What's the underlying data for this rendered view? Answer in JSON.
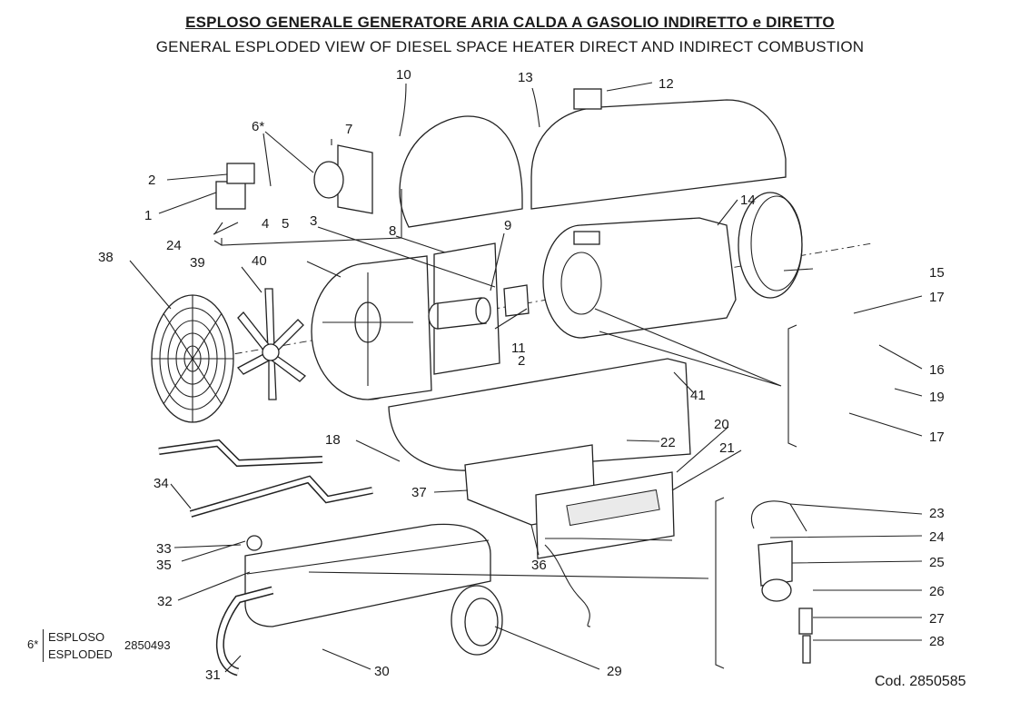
{
  "title_it": "ESPLOSO  GENERALE GENERATORE ARIA CALDA A GASOLIO INDIRETTO e DIRETTO",
  "title_en": "GENERAL  ESPLODED VIEW OF DIESEL SPACE HEATER DIRECT AND INDIRECT COMBUSTION",
  "labels": {
    "l1": "1",
    "l2": "2",
    "l2b": "2",
    "l3": "3",
    "l4": "4",
    "l5": "5",
    "l6": "6*",
    "l7": "7",
    "l8": "8",
    "l9": "9",
    "l10": "10",
    "l11": "11",
    "l12": "12",
    "l13": "13",
    "l14": "14",
    "l15": "15",
    "l16": "16",
    "l17a": "17",
    "l17b": "17",
    "l18": "18",
    "l19": "19",
    "l20": "20",
    "l21": "21",
    "l22": "22",
    "l23": "23",
    "l24a": "24",
    "l24b": "24",
    "l25": "25",
    "l26": "26",
    "l27": "27",
    "l28": "28",
    "l29": "29",
    "l30": "30",
    "l31": "31",
    "l32": "32",
    "l33": "33",
    "l34": "34",
    "l35": "35",
    "l36": "36",
    "l37": "37",
    "l38": "38",
    "l39": "39",
    "l40": "40",
    "l41": "41"
  },
  "note": {
    "star": "6*",
    "line1": "ESPLOSO",
    "line2": "ESPLODED",
    "code": "2850493"
  },
  "cod": "Cod. 2850585"
}
